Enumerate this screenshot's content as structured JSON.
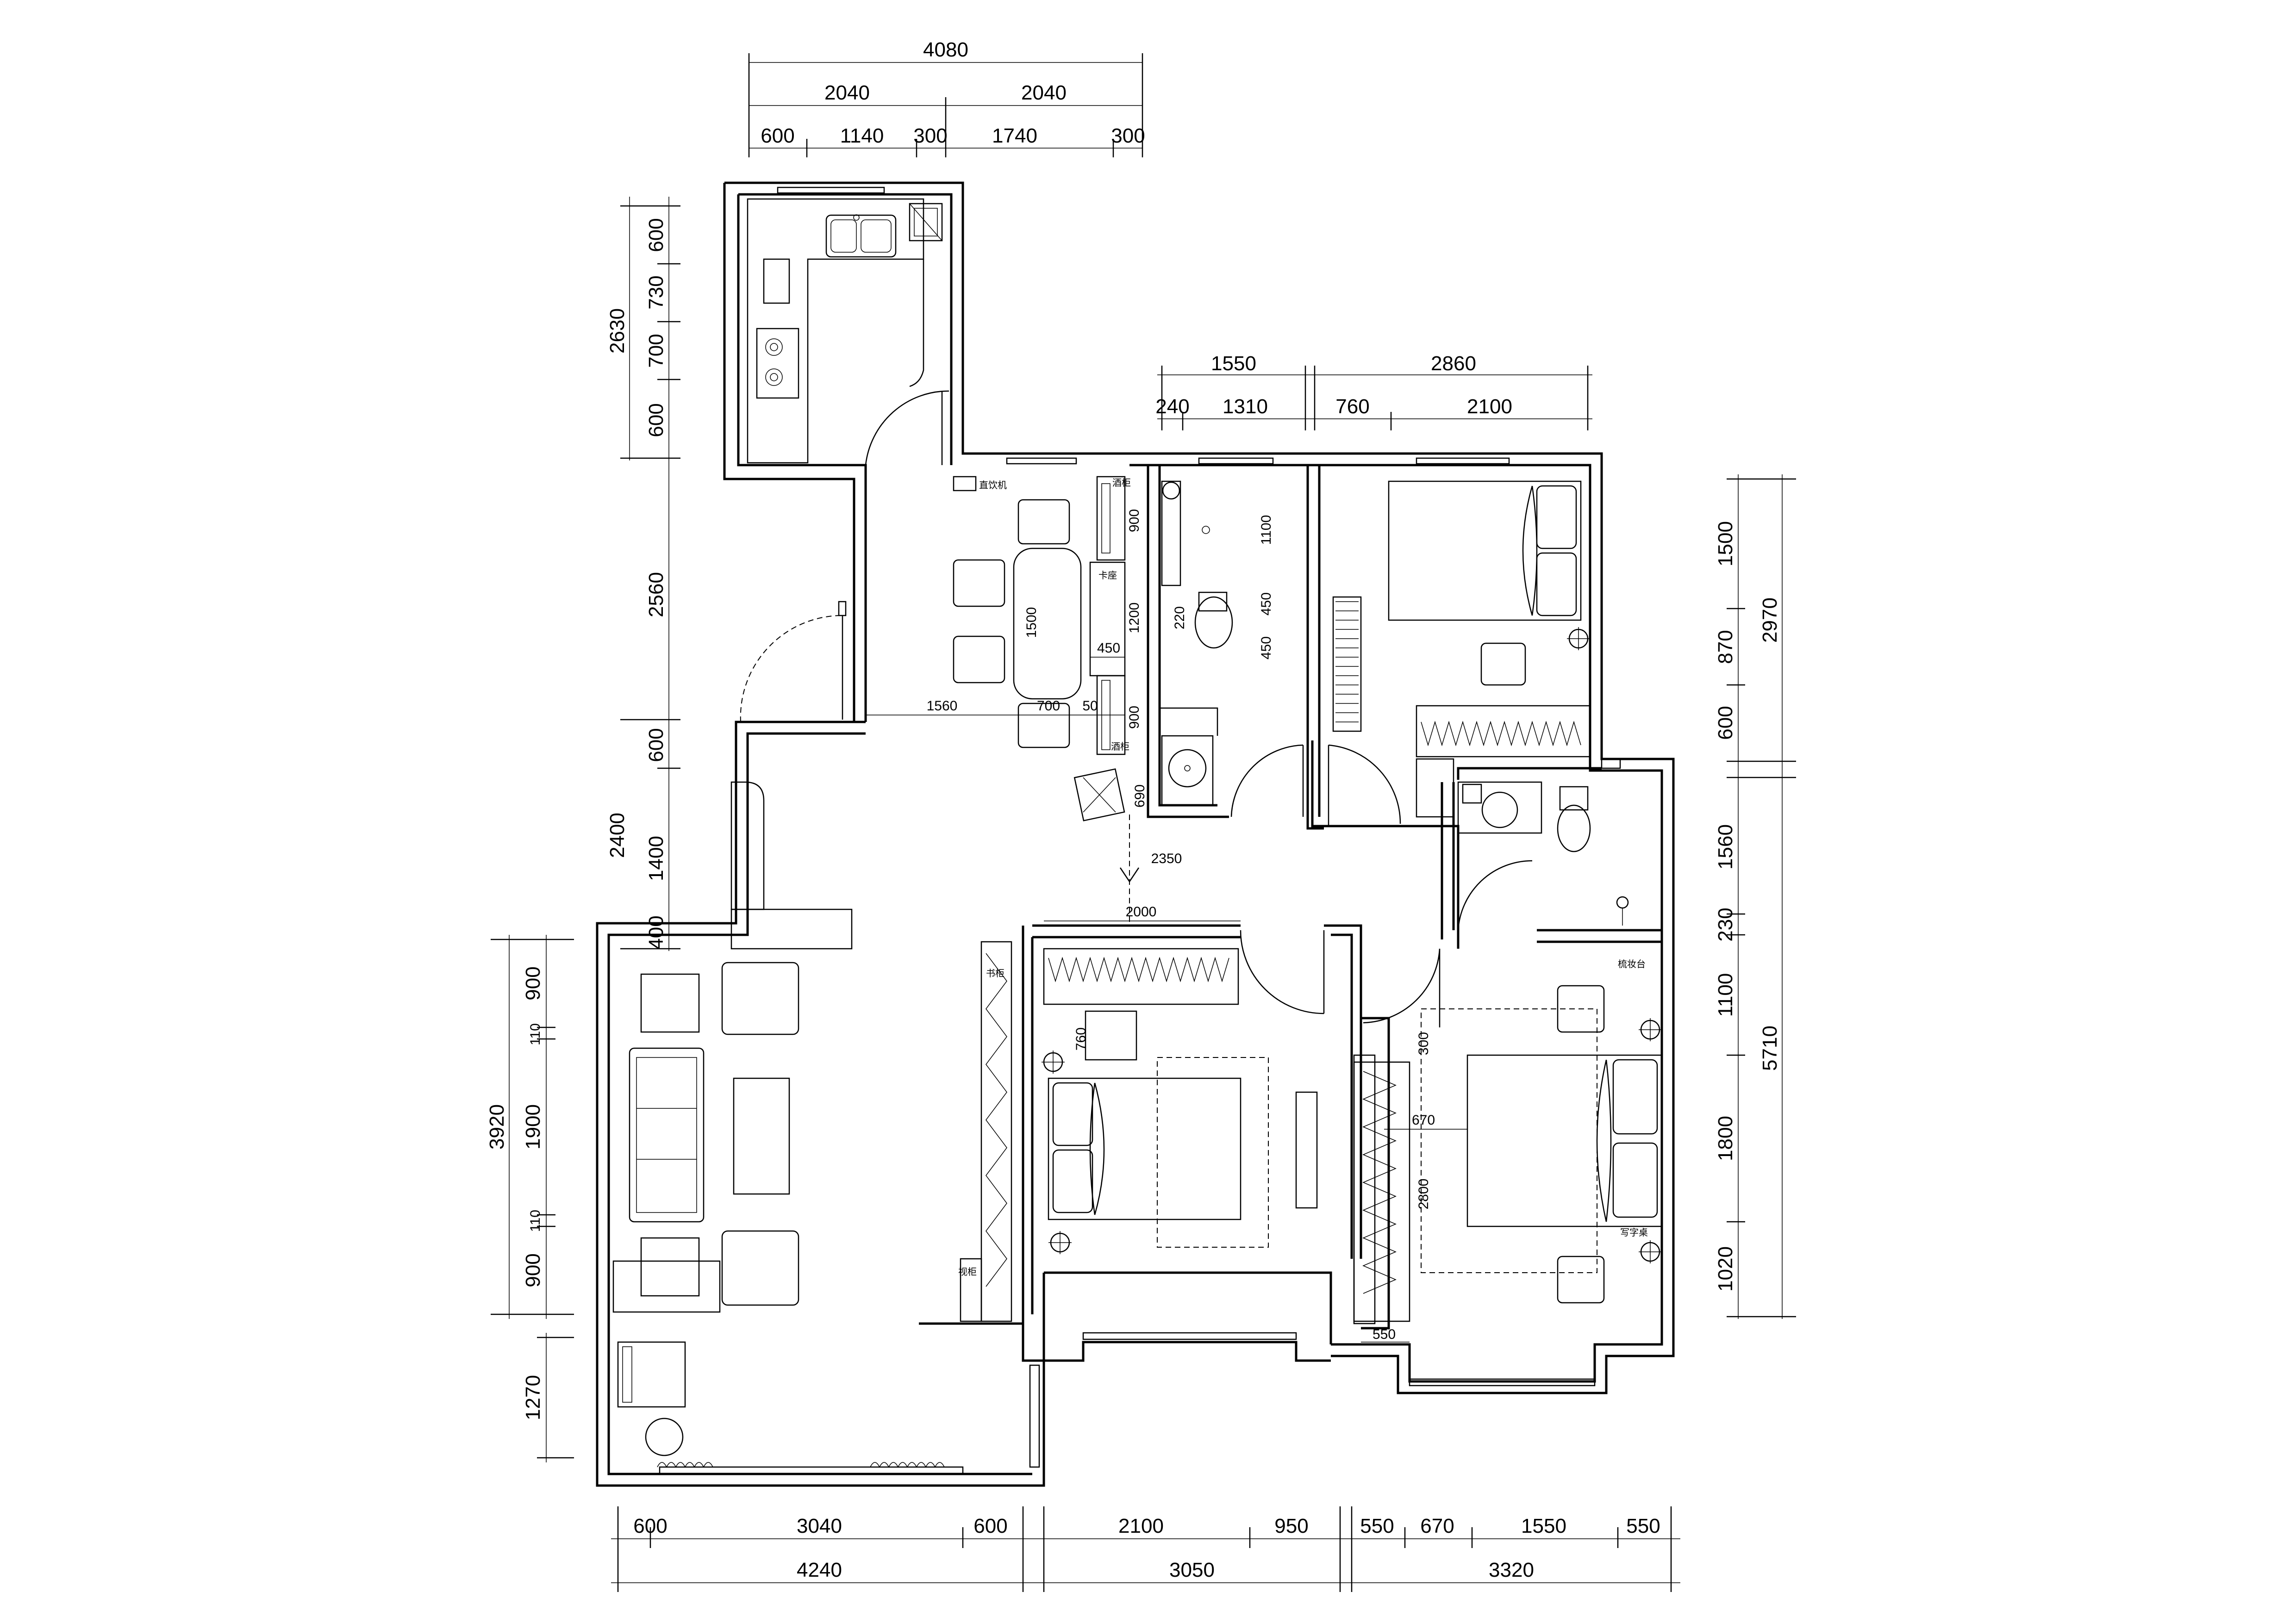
{
  "dimensions": {
    "top_total": "4080",
    "top_mid": [
      "2040",
      "2040"
    ],
    "top_small": [
      "600",
      "1140",
      "300",
      "1740",
      "300"
    ],
    "upper_mid_a": [
      "1550",
      "2860"
    ],
    "upper_mid_b": [
      "240",
      "1310",
      "760",
      "2100"
    ],
    "left_kitchen_total": "2630",
    "left_kitchen": [
      "600",
      "730",
      "700",
      "600"
    ],
    "left_dining": "2560",
    "left_entry_total": "2400",
    "left_entry": [
      "600",
      "1400",
      "400"
    ],
    "left_living_total": "3920",
    "left_living": [
      "900",
      "110",
      "1900",
      "110",
      "900"
    ],
    "left_balcony": "1270",
    "right_upper_total": "2970",
    "right_upper": [
      "1500",
      "870",
      "600"
    ],
    "right_lower_total": "5710",
    "right_lower": [
      "1560",
      "230",
      "1100",
      "1800",
      "1020"
    ],
    "bottom_small": [
      "600",
      "3040",
      "600",
      "2100",
      "950",
      "550",
      "670",
      "1550",
      "550"
    ],
    "bottom_total": [
      "4240",
      "3050",
      "3320"
    ]
  },
  "interior_dims": {
    "d900a": "900",
    "d1500": "1500",
    "d450a": "450",
    "d1200": "1200",
    "d900b": "900",
    "d1560": "1560",
    "d700": "700",
    "d50": "50",
    "d690": "690",
    "d1100": "1100",
    "d450b": "450",
    "d220": "220",
    "d450c": "450",
    "d2350": "2350",
    "d2000": "2000",
    "d760": "760",
    "d300": "300",
    "d670": "670",
    "d2800": "2800",
    "d550": "550"
  },
  "labels": {
    "drink_machine": "直饮机",
    "cabinet_top": "酒柜",
    "cabinet_bottom": "酒柜",
    "booth": "卡座",
    "bookshelf": "书柜",
    "tv_cabinet": "视柜",
    "vanity": "梳妆台",
    "desk": "写字桌"
  }
}
